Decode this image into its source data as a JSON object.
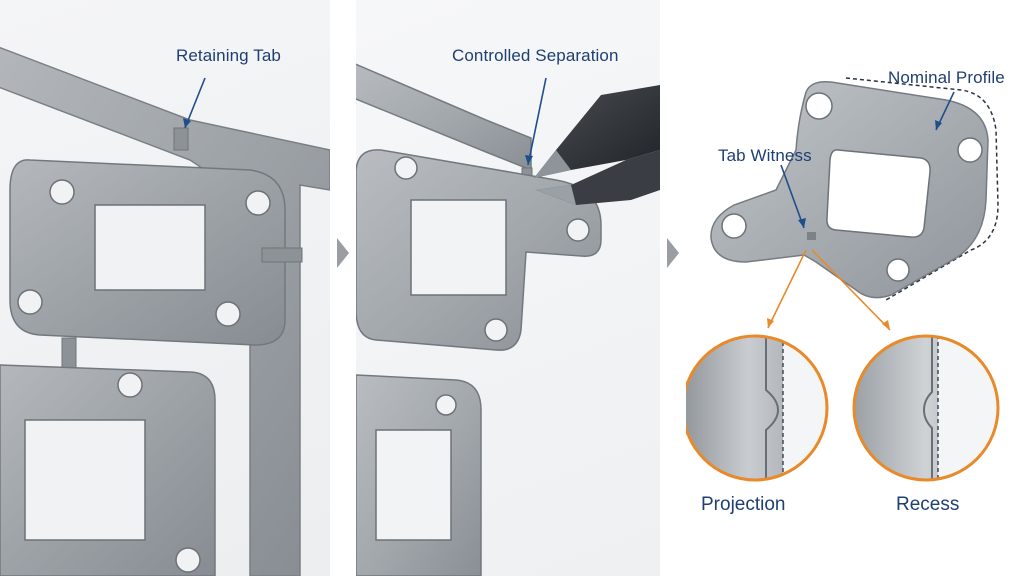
{
  "panels": {
    "stage1": {
      "callout": "Retaining Tab"
    },
    "stage2": {
      "callout": "Controlled Separation"
    },
    "stage3": {
      "callout_profile": "Nominal Profile",
      "callout_witness": "Tab Witness",
      "detail_left_caption": "Projection",
      "detail_right_caption": "Recess"
    }
  },
  "colors": {
    "label_text": "#1f3f73",
    "leader_line": "#1f4e8c",
    "detail_ring": "#e8892a",
    "steel": "#9ea3a8",
    "dashed_profile": "#2a3440"
  }
}
